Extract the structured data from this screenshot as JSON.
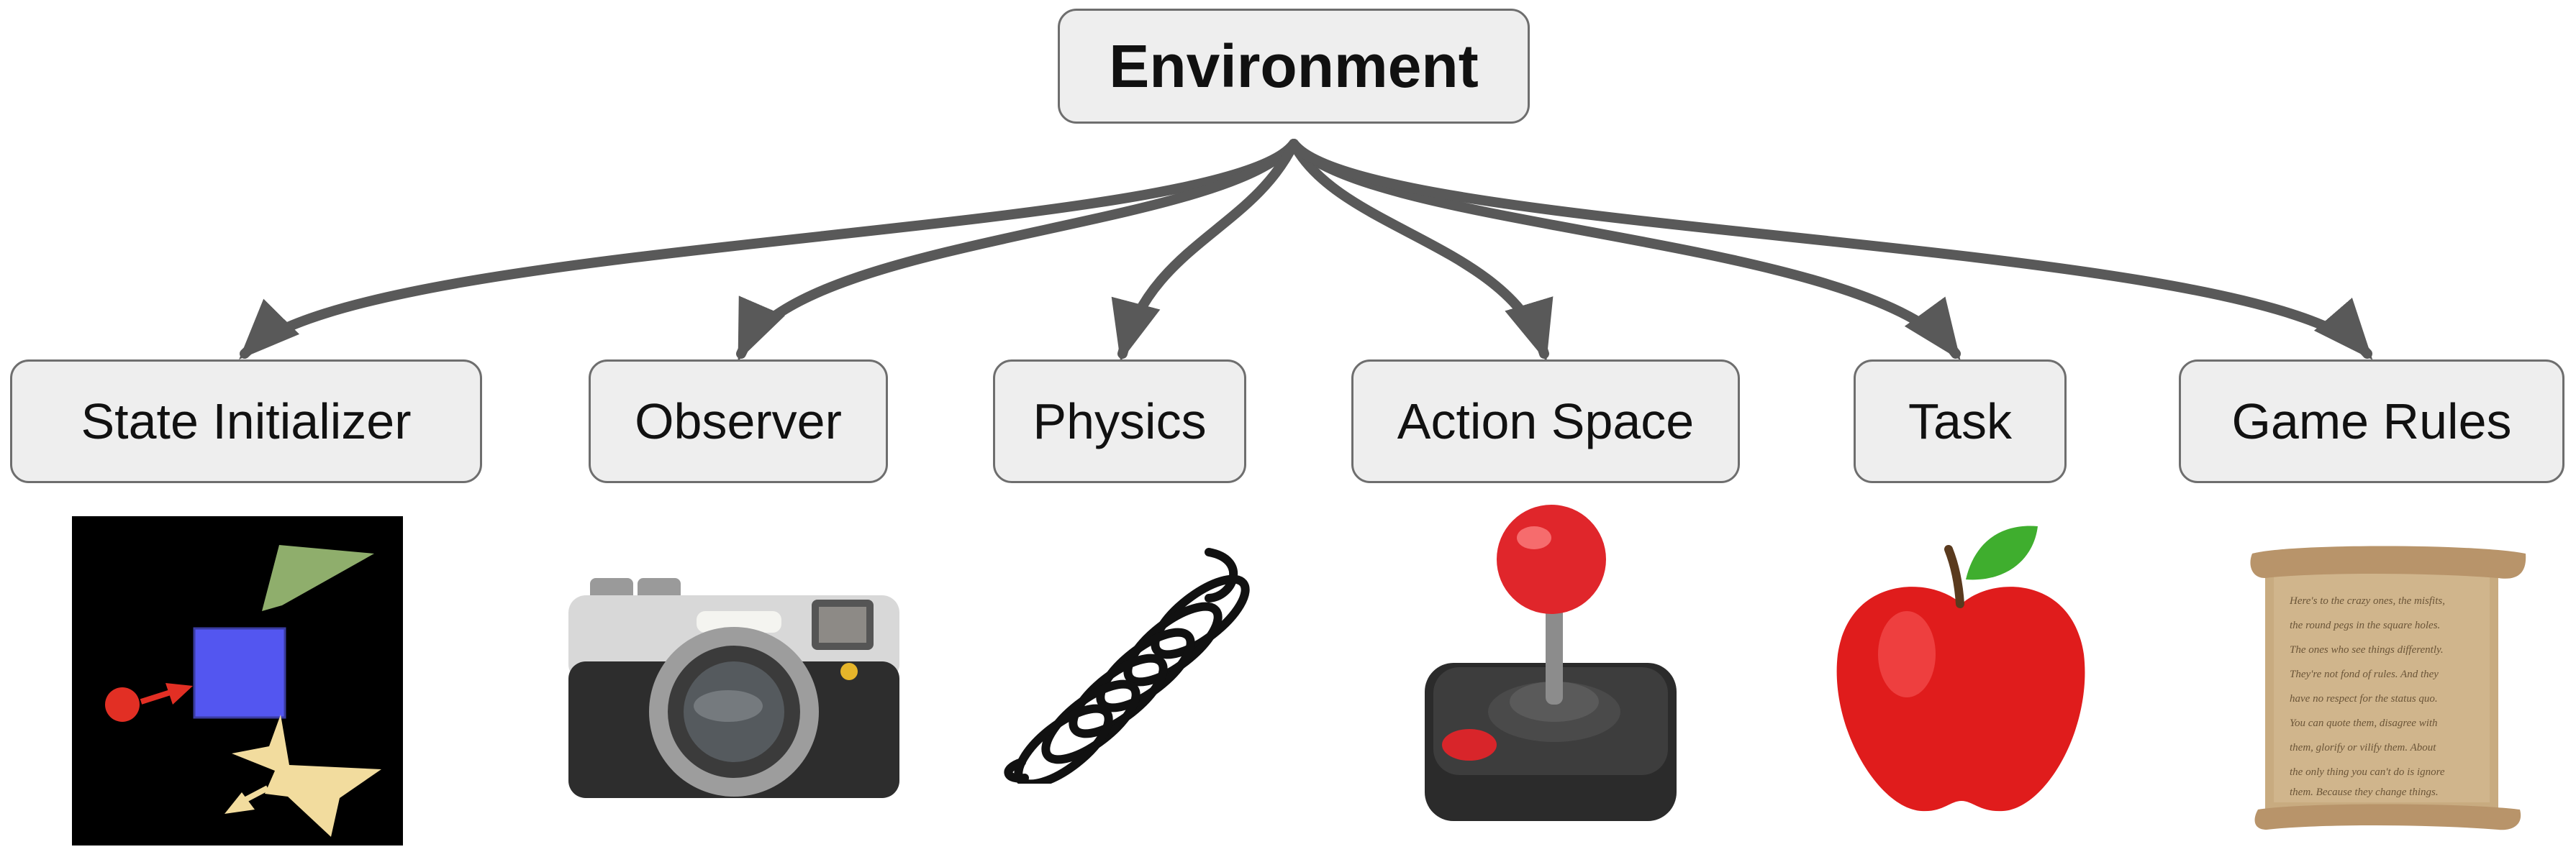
{
  "root": {
    "label": "Environment"
  },
  "children": [
    {
      "label": "State Initializer",
      "icon": "state-initializer-shapes"
    },
    {
      "label": "Observer",
      "icon": "camera-icon"
    },
    {
      "label": "Physics",
      "icon": "spring-icon"
    },
    {
      "label": "Action Space",
      "icon": "joystick-icon"
    },
    {
      "label": "Task",
      "icon": "apple-icon"
    },
    {
      "label": "Game Rules",
      "icon": "scroll-icon"
    }
  ],
  "scroll_text": [
    "Here's to the crazy ones, the misfits,",
    "the round pegs in the square holes.",
    "The ones who see things differently.",
    "They're not fond of rules. And they",
    "have no respect for the status quo.",
    "You can quote them, disagree with",
    "them, glorify or vilify them. About",
    "the only thing you can't do is ignore",
    "them. Because they change things."
  ],
  "colors": {
    "node_fill": "#eeeeee",
    "node_border": "#6e6e6e",
    "arrow": "#595959"
  }
}
